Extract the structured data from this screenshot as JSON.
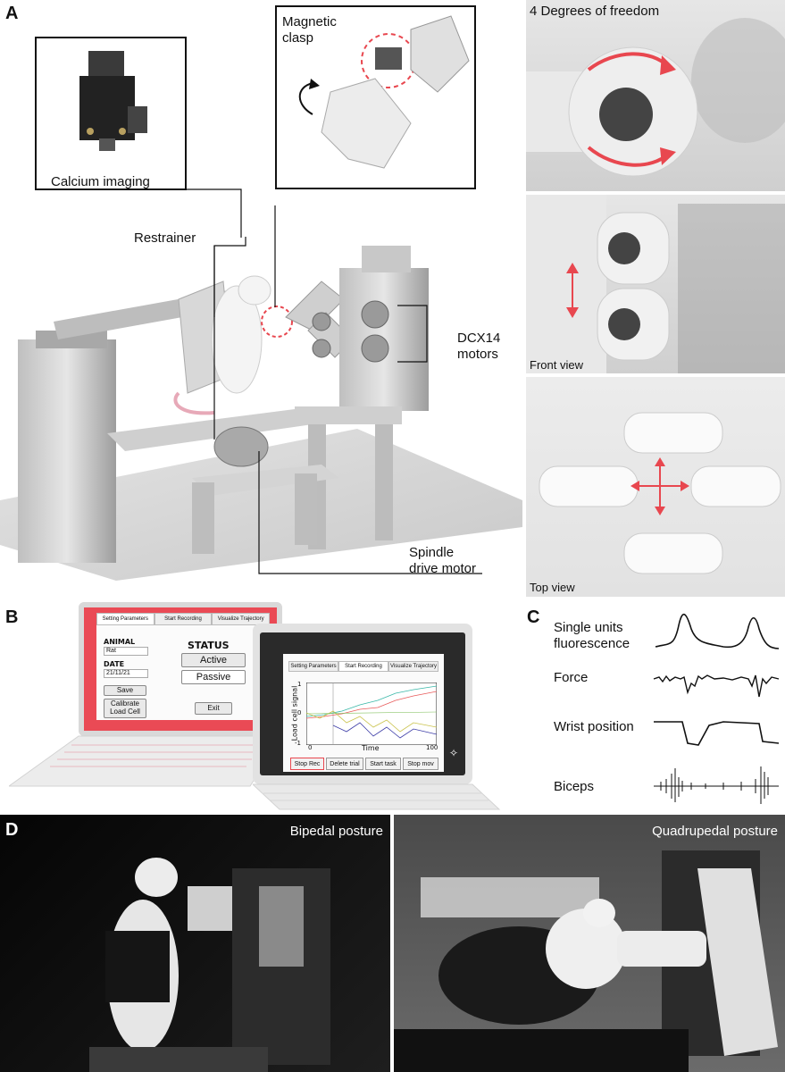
{
  "panels": {
    "a": "A",
    "b": "B",
    "c": "C",
    "d": "D"
  },
  "panelA": {
    "calcium_imaging": "Calcium imaging",
    "magnetic_clasp_line1": "Magnetic",
    "magnetic_clasp_line2": "clasp",
    "restrainer": "Restrainer",
    "motors_line1": "DCX14",
    "motors_line2": "motors",
    "spindle_line1": "Spindle",
    "spindle_line2": "drive motor",
    "dof": "4 Degrees of freedom",
    "front_view": "Front view",
    "top_view": "Top view"
  },
  "laptop1": {
    "tabs": [
      "Setting Parameters",
      "Start Recording",
      "Visualize Trajectory"
    ],
    "animal_label": "ANIMAL",
    "animal_value": "Rat",
    "date_label": "DATE",
    "date_value": "21/11/21",
    "status_label": "STATUS",
    "active": "Active",
    "passive": "Passive",
    "save": "Save",
    "calibrate_line1": "Calibrate",
    "calibrate_line2": "Load Cell",
    "exit": "Exit"
  },
  "laptop2": {
    "tabs": [
      "Setting Parameters",
      "Start Recording",
      "Visualize Trajectory"
    ],
    "ylabel": "Load cell signal",
    "xlabel": "Time",
    "y_ticks": [
      "1",
      "0",
      "-1"
    ],
    "x_ticks": [
      "0",
      "100"
    ],
    "buttons": [
      "Stop Rec",
      "Delete trial",
      "Start task",
      "Stop mov"
    ]
  },
  "panelC": {
    "single_units_line1": "Single units",
    "single_units_line2": "fluorescence",
    "force": "Force",
    "wrist": "Wrist position",
    "biceps": "Biceps"
  },
  "panelD": {
    "bipedal": "Bipedal posture",
    "quadrupedal": "Quadrupedal posture"
  },
  "colors": {
    "accent": "#e8474f",
    "dark": "#111111"
  }
}
